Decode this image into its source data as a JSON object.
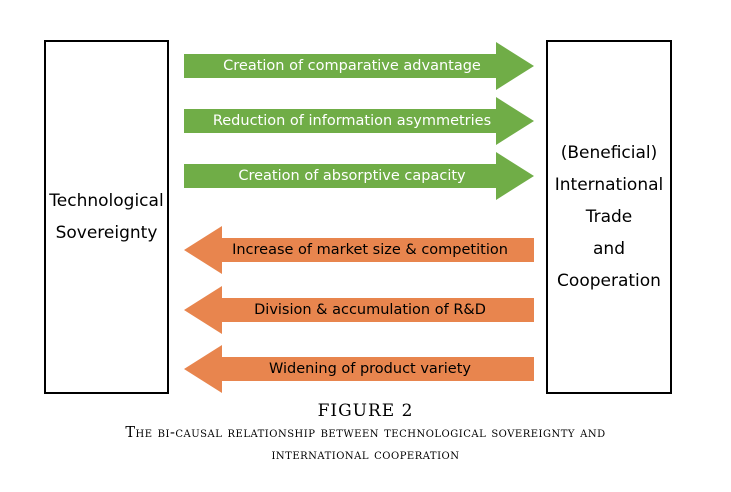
{
  "left_box": {
    "lines": [
      "Technological",
      "Sovereignty"
    ]
  },
  "right_box": {
    "lines": [
      "(Beneficial)",
      "International",
      "Trade",
      "and",
      "Cooperation"
    ]
  },
  "arrows_right": [
    {
      "label": "Creation of comparative advantage"
    },
    {
      "label": "Reduction of information asymmetries"
    },
    {
      "label": "Creation of absorptive capacity"
    }
  ],
  "arrows_left": [
    {
      "label": "Increase of market size & competition"
    },
    {
      "label": "Division & accumulation of R&D"
    },
    {
      "label": "Widening of product variety"
    }
  ],
  "colors": {
    "right_arrow": "#70ad47",
    "left_arrow": "#e8854e"
  },
  "caption": {
    "figure": "FIGURE 2",
    "line1": "The bi-causal relationship between technological sovereignty and",
    "line2": "international cooperation"
  }
}
